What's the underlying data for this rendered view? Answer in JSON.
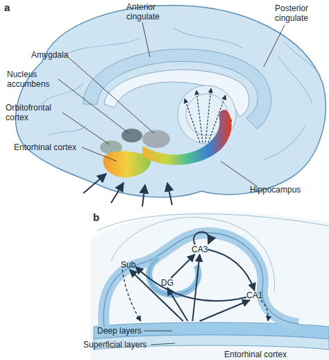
{
  "diagram": {
    "nodes": [
      {
        "text": [
          "CA3"
        ]
      },
      {
        "text": [
          "Sub"
        ]
      },
      {
        "text": [
          "DG"
        ]
      },
      {
        "text": [
          "CA1"
        ]
      },
      {
        "text": [
          "Entorhinal cortex"
        ]
      }
    ],
    "edges": [
      {
        "from": 2,
        "to": 0,
        "arrow": "to"
      },
      {
        "from": 0,
        "to": 3,
        "arrow": "to"
      },
      {
        "from": 3,
        "to": 1,
        "arrow": "to"
      },
      {
        "from": 4,
        "to": 1,
        "arrow": "to"
      },
      {
        "from": 4,
        "to": 2,
        "arrow": "to"
      },
      {
        "from": 4,
        "to": 0,
        "arrow": "to"
      },
      {
        "from": 4,
        "to": 3,
        "arrow": "to"
      },
      {
        "from": 1,
        "to": 4,
        "arrow": "to"
      },
      {
        "from": 3,
        "to": 4,
        "arrow": "to"
      }
    ],
    "labels": [
      "a",
      "Anterior cingulate",
      "Posterior cingulate",
      "Amygdala",
      "Nucleus accumbens",
      "Orbitofrontal cortex",
      "Entorhinal cortex",
      "Hippocampus",
      "b",
      "Deep layers",
      "Superficial layers"
    ]
  }
}
